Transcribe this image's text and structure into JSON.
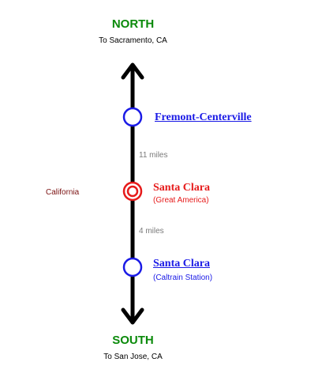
{
  "north": {
    "label": "NORTH",
    "destination": "To Sacramento, CA"
  },
  "south": {
    "label": "SOUTH",
    "destination": "To San Jose, CA"
  },
  "state_label": "California",
  "segments": [
    {
      "distance": "11 miles"
    },
    {
      "distance": "4 miles"
    }
  ],
  "stations": [
    {
      "name": "Fremont-Centerville",
      "note": "",
      "linked": true,
      "current": false
    },
    {
      "name": "Santa Clara",
      "note": "(Great America)",
      "linked": false,
      "current": true
    },
    {
      "name": "Santa Clara",
      "note": "(Caltrain Station)",
      "linked": true,
      "current": false
    }
  ],
  "colors": {
    "direction": "#0a8a0a",
    "station_link": "#1a1ae6",
    "current_station": "#e61a1a",
    "line": "#000000"
  }
}
